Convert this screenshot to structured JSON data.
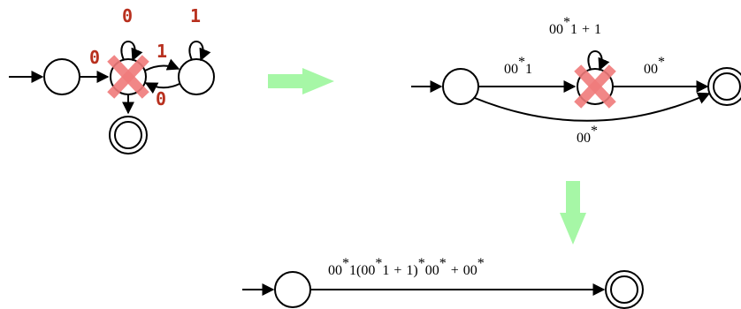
{
  "diagram1": {
    "self_loop_center": "0",
    "self_loop_right": "1",
    "edge_start_to_center": "0",
    "edge_center_to_right": "1",
    "edge_right_to_center": "0"
  },
  "diagram2": {
    "self_loop": [
      "00",
      "*",
      "1",
      "+",
      "1"
    ],
    "edge_start_to_mid": [
      "00",
      "*",
      "1"
    ],
    "edge_mid_to_final": [
      "00",
      "*"
    ],
    "edge_start_to_final": [
      "00",
      "*"
    ]
  },
  "diagram3": {
    "expression": [
      "00",
      "*",
      "1",
      "(",
      "00",
      "*",
      "1",
      "+",
      "1",
      ")",
      "*",
      "00",
      "*",
      "+",
      "00",
      "*"
    ]
  },
  "colors": {
    "label": "#b8301e",
    "eliminate_mark": "#f07b7b",
    "transform_arrow": "#a6f7a6"
  }
}
